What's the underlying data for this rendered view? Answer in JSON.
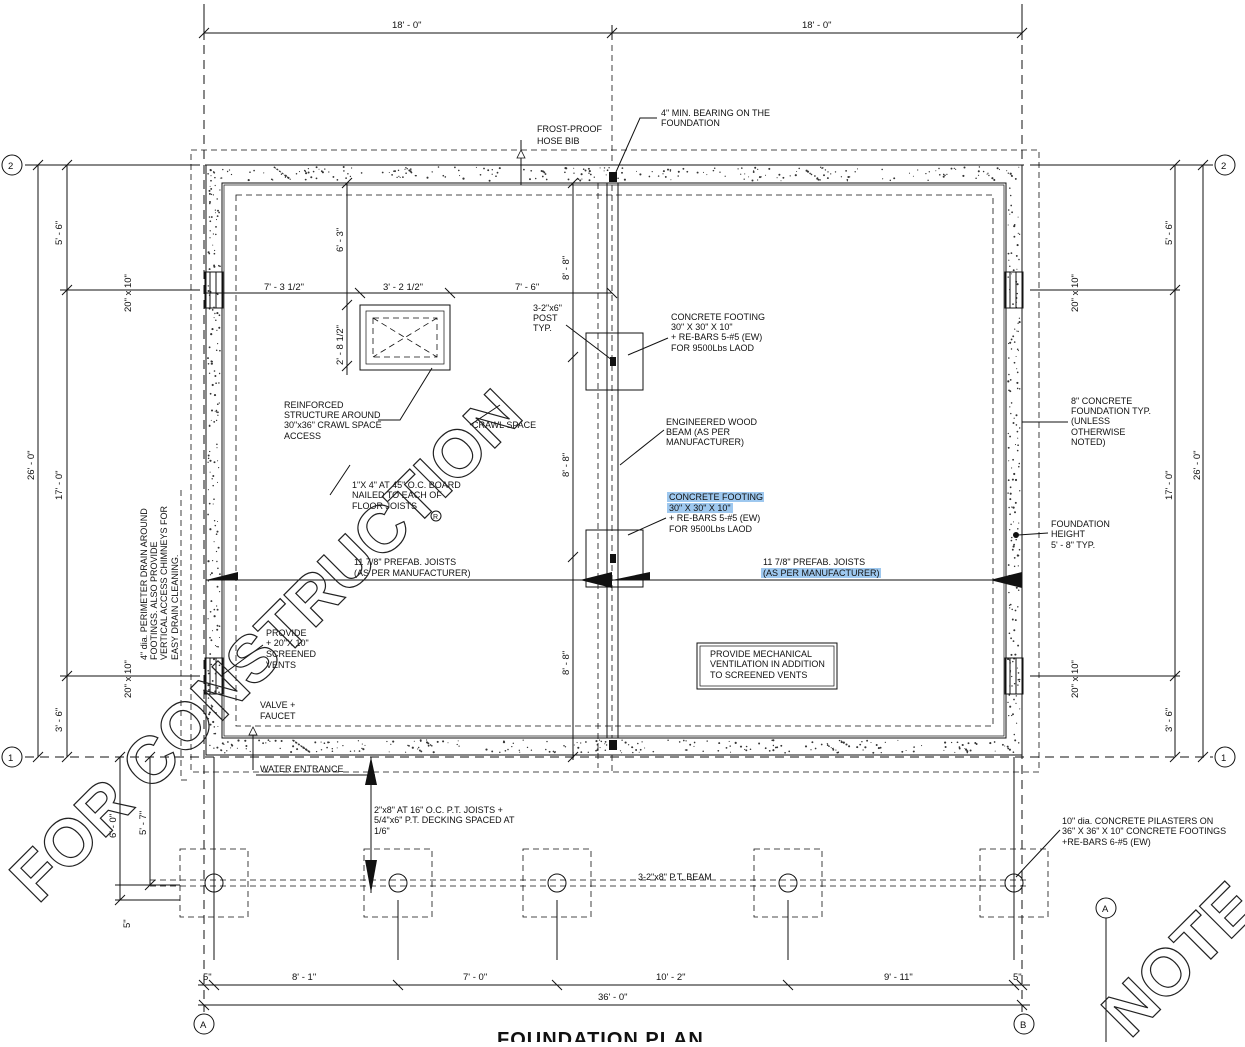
{
  "title": "FOUNDATION PLAN",
  "watermarks": {
    "main": "FOR CONSTRUCTION",
    "corner": "NOTE O"
  },
  "gridlines": {
    "g2": "2",
    "g1": "1",
    "gA": "A",
    "gB": "B",
    "gA2": "A"
  },
  "dimensions": {
    "top_left": "18' - 0\"",
    "top_right": "18' - 0\"",
    "left_5_6": "5' - 6\"",
    "left_17": "17' - 0\"",
    "left_26": "26' - 0\"",
    "left_3_6": "3' - 6\"",
    "left_6_0": "6' - 0\"",
    "left_5_7": "5' - 7\"",
    "left_5in": "5\"",
    "right_5_6": "5' - 6\"",
    "right_17": "17' - 0\"",
    "right_26": "26' - 0\"",
    "right_3_6": "3' - 6\"",
    "vent_ul": "20\" x 10\"",
    "vent_ll": "20\" x 10\"",
    "vent_ur": "20\" x 10\"",
    "vent_lr": "20\" x 10\"",
    "crawl_7_3": "7' - 3 1/2\"",
    "crawl_3_2": "3' - 2 1/2\"",
    "crawl_7_6": "7' - 6\"",
    "crawl_6_3": "6' - 3\"",
    "crawl_2_8": "2' - 8 1/2\"",
    "beam_8_8a": "8' - 8\"",
    "beam_8_8b": "8' - 8\"",
    "beam_8_8c": "8' - 8\"",
    "bot_5a": "5\"",
    "bot_8_1": "8' - 1\"",
    "bot_7_0": "7' - 0\"",
    "bot_10_2": "10' - 2\"",
    "bot_9_11": "9' - 11\"",
    "bot_5b": "5\"",
    "bot_36": "36' - 0\""
  },
  "notes": {
    "frost_1": "FROST-PROOF",
    "frost_2": "HOSE BIB",
    "bearing_1": "4\" MIN. BEARING ON THE",
    "bearing_2": "FOUNDATION",
    "post_1": "3-2\"x6\"",
    "post_2": "POST",
    "post_3": "TYP.",
    "cf1_1": "CONCRETE FOOTING",
    "cf1_2": "30\"  X 30\" X 10\"",
    "cf1_3": "+ RE-BARS 5-#5 (EW)",
    "cf1_4": "FOR  9500Lbs LAOD",
    "cf2_1": "CONCRETE FOOTING",
    "cf2_2": "30\"  X 30\" X 10\"",
    "cf2_3": "+ RE-BARS 5-#5 (EW)",
    "cf2_4": "FOR  9500Lbs LAOD",
    "eng_1": "ENGINEERED WOOD",
    "eng_2": "BEAM (AS PER",
    "eng_3": "MANUFACTURER)",
    "conc_1": "8\" CONCRETE",
    "conc_2": "FOUNDATION TYP.",
    "conc_3": "(UNLESS",
    "conc_4": "OTHERWISE",
    "conc_5": "NOTED)",
    "reinf_1": "REINFORCED",
    "reinf_2": "STRUCTURE    AROUND",
    "reinf_3": "30\"x36\" CRAWL SPACE",
    "reinf_4": "ACCESS",
    "crawl": "CRAWL SPACE",
    "board_1": "1\"X 4\" AT 45\" O.C. BOARD",
    "board_2": "NAILED TO EACH OF",
    "board_3": "FLOOR JOISTS",
    "found_h_1": "FOUNDATION",
    "found_h_2": "HEIGHT",
    "found_h_3": "5' - 8\" TYP.",
    "joist_l_1": "11 7/8\" PREFAB. JOISTS",
    "joist_l_2": "(AS PER MANUFACTURER)",
    "joist_r_1": "11 7/8\" PREFAB. JOISTS",
    "joist_r_2": "(AS PER MANUFACTURER)",
    "drain_1": "4\" dia. PERIMETER DRAIN AROUND",
    "drain_2": "FOOTINGS. ALSO PROVIDE",
    "drain_3": "VERTICAL ACCESS CHIMNEYS FOR",
    "drain_4": "EASY DRAIN CLEANING.",
    "vents_1": "PROVIDE",
    "vents_2": "+ 20\"X 10\"",
    "vents_3": "SCREENED",
    "vents_4": "VENTS",
    "mech_1": "PROVIDE MECHANICAL",
    "mech_2": "VENTILATION IN ADDITION",
    "mech_3": "TO SCREENED VENTS",
    "valve_1": "VALVE +",
    "valve_2": "FAUCET",
    "water": "WATER ENTRANCE",
    "deck_1": "2\"x8\" AT 16\" O.C. P.T. JOISTS +",
    "deck_2": "5/4\"x6\" P.T. DECKING SPACED AT",
    "deck_3": "1/6\"",
    "ptbeam": "3-2\"x8\" P.T. BEAM",
    "pil_1": "10\" dia. CONCRETE PILASTERS ON",
    "pil_2": "36\" X 36\" X 10\" CONCRETE FOOTINGS",
    "pil_3": "+RE-BARS 6-#5 (EW)",
    "symbol_r": "R"
  },
  "highlight_color": "#9ec8ef"
}
